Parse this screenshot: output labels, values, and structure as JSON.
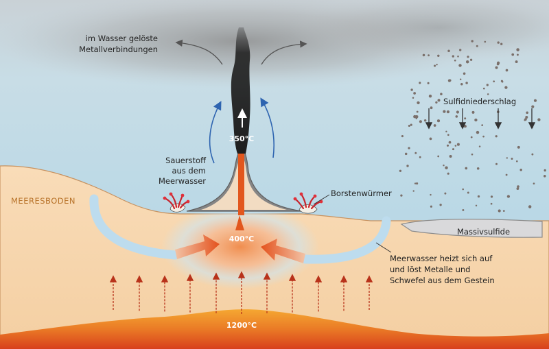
{
  "labels": {
    "dissolved_line1": "im Wasser gelöste",
    "dissolved_line2": "Metallverbindungen",
    "sulfide_precip": "Sulfidniederschlag",
    "temp_plume": "350°C",
    "oxygen_line1": "Sauerstoff",
    "oxygen_line2": "aus dem",
    "oxygen_line3": "Meerwasser",
    "worms": "Borstenwürmer",
    "seafloor": "MEERESBODEN",
    "massive_sulfide": "Massivsulfide",
    "temp_vent": "400°C",
    "seawater_line1": "Meerwasser heizt sich auf",
    "seawater_line2": "und löst Metalle und",
    "seawater_line3": "Schwefel aus dem Gestein",
    "temp_magma": "1200°C"
  },
  "colors": {
    "sea_top": "#d3dbe0",
    "sea_bottom": "#bdd9e6",
    "seafloor": "#f6d6b0",
    "seafloor_line": "#c79260",
    "magma_light": "#f6b03a",
    "magma_dark": "#d8401c",
    "smoke": "#2a2a2a",
    "chimney": "#858585",
    "cold_water": "#bddcee",
    "hot_water": "#e8551e",
    "heat_arrow": "#b8321a",
    "blue_arrow": "#2e64b0",
    "particle": "#7a6f6a"
  }
}
